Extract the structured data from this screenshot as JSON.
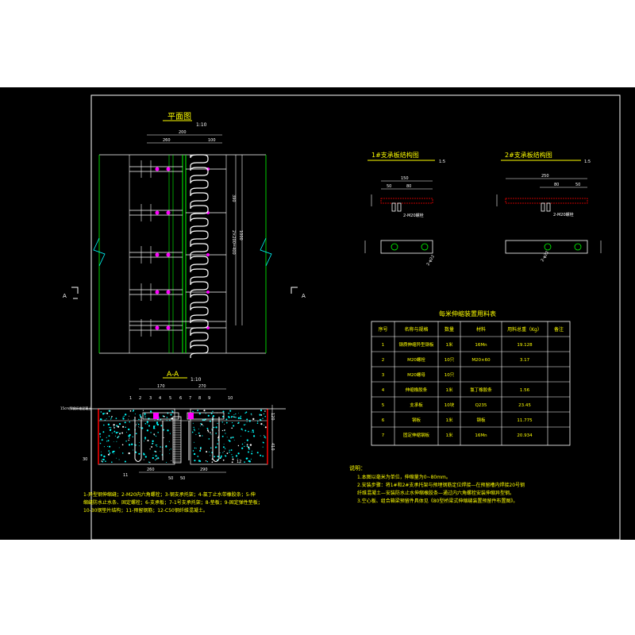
{
  "colors": {
    "background": "#000000",
    "frame": "#ffffff",
    "title": "#ffff00",
    "line": "#ffffff",
    "cyan": "#00ffff",
    "green": "#00ff00",
    "magenta": "#ff00ff",
    "red": "#ff0000"
  },
  "plan": {
    "title": "平面图",
    "scale": "1:10",
    "dims": {
      "d260": "260",
      "d200": "200",
      "d100": "100",
      "d390": "390",
      "d1000": "1000",
      "d2x": "2×200=400"
    },
    "section_mark": "A"
  },
  "section": {
    "title": "A-A",
    "scale": "1:10",
    "dims": {
      "d170": "170",
      "d270": "270",
      "d260": "260",
      "d290": "290",
      "d50a": "50",
      "d50b": "50",
      "d120": "120",
      "d410": "410",
      "d30": "30"
    },
    "callouts": [
      "1",
      "2",
      "3",
      "4",
      "5",
      "6",
      "7",
      "8",
      "9",
      "10",
      "11",
      "12"
    ],
    "side_label": "15cm厚钢纤维混凝土",
    "legend_lines": [
      "1-异型钢伸缩缝；2-M20内六角螺栓；3-钢支承托架；4-氯丁止水带橡胶条；5-伸",
      "缩缝防水止水条、固定螺栓；6-支承板；7-1号支承托架；8-垫板；9-固定弹性垫板；",
      "10-30钢垫片结构；11-预留钢筋；12-C50钢纤维混凝土。"
    ]
  },
  "plate1": {
    "title": "1#支承板结构图",
    "scale": "1:5",
    "dims": [
      "150",
      "50",
      "80"
    ],
    "label": "2-M20螺栓",
    "hole_label": "2-φ22"
  },
  "plate2": {
    "title": "2#支承板结构图",
    "scale": "1:5",
    "dims": [
      "250",
      "80",
      "50"
    ],
    "label": "2-M20螺栓",
    "hole_label": "2-φ22"
  },
  "table": {
    "title": "每米伸缩装置用料表",
    "headers": [
      "序号",
      "名称与规格",
      "数量",
      "材料",
      "用料总重（Kg）",
      "备注"
    ],
    "rows": [
      [
        "1",
        "钢质伸缩异型钢板",
        "1米",
        "16Mn",
        "19.128",
        ""
      ],
      [
        "2",
        "M20螺栓",
        "10只",
        "M20×60",
        "3.17",
        ""
      ],
      [
        "3",
        "M20螺母",
        "10只",
        "",
        "",
        ""
      ],
      [
        "4",
        "伸缩橡胶条",
        "1米",
        "氯丁橡胶条",
        "1.56",
        ""
      ],
      [
        "5",
        "支承板",
        "10块",
        "Q235",
        "23.45",
        ""
      ],
      [
        "6",
        "钢板",
        "1米",
        "钢板",
        "11.775",
        ""
      ],
      [
        "7",
        "固定伸缩钢板",
        "1米",
        "16Mn",
        "20.934",
        ""
      ]
    ]
  },
  "notes": {
    "heading": "说明：",
    "lines": [
      "1.本图以毫米为单位，伸缩量为0~80mm。",
      "2.安装步骤：将1#和2#支承托架与预埋钢筋定位焊接—在预留槽内焊接20号钢",
      "  纤维混凝土—安装防水止水伸缩橡胶条—通过内六角螺栓安装伸缩异型钢。",
      "3.空心板、组合箱梁预留件具体见《80型桥梁式伸缩缝装置预留件布置图》。"
    ]
  }
}
